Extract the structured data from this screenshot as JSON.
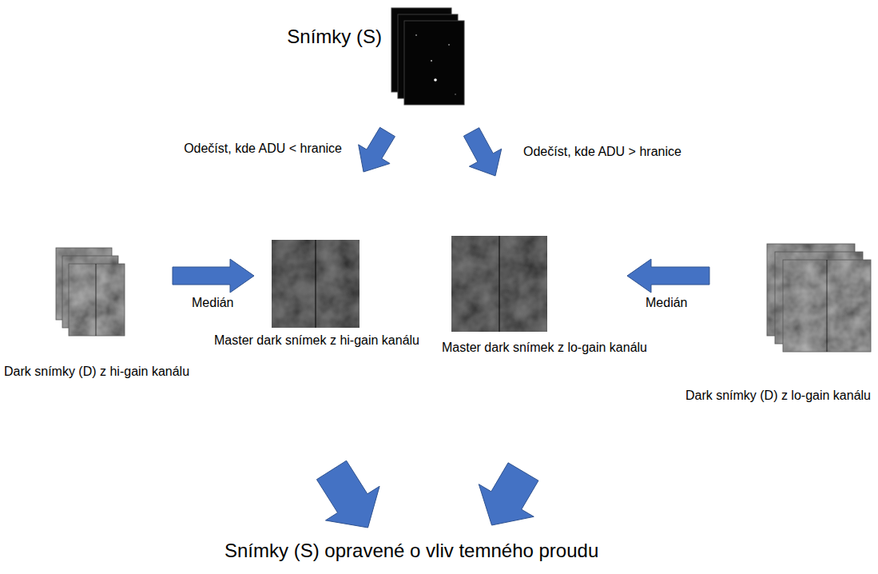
{
  "diagram": {
    "nodes": [
      {
        "text": [
          "Snímky (S)"
        ]
      },
      {
        "text": [
          "Dark snímky (D) z hi-gain kanálu"
        ]
      },
      {
        "text": [
          "Master dark snímek z hi-gain kanálu"
        ]
      },
      {
        "text": [
          "Master dark snímek z lo-gain kanálu"
        ]
      },
      {
        "text": [
          "Dark snímky (D) z lo-gain kanálu"
        ]
      },
      {
        "text": [
          "Snímky (S) opravené o vliv temného proudu"
        ]
      }
    ],
    "edges": [
      {
        "from": 0,
        "to": 2,
        "arrow": "to",
        "label": "Odečíst, kde ADU < hranice"
      },
      {
        "from": 0,
        "to": 3,
        "arrow": "to",
        "label": "Odečíst, kde ADU > hranice"
      },
      {
        "from": 1,
        "to": 2,
        "arrow": "to",
        "label": "Medián"
      },
      {
        "from": 4,
        "to": 3,
        "arrow": "to",
        "label": "Medián"
      },
      {
        "from": 2,
        "to": 5,
        "arrow": "to"
      },
      {
        "from": 3,
        "to": 5,
        "arrow": "to"
      }
    ]
  }
}
